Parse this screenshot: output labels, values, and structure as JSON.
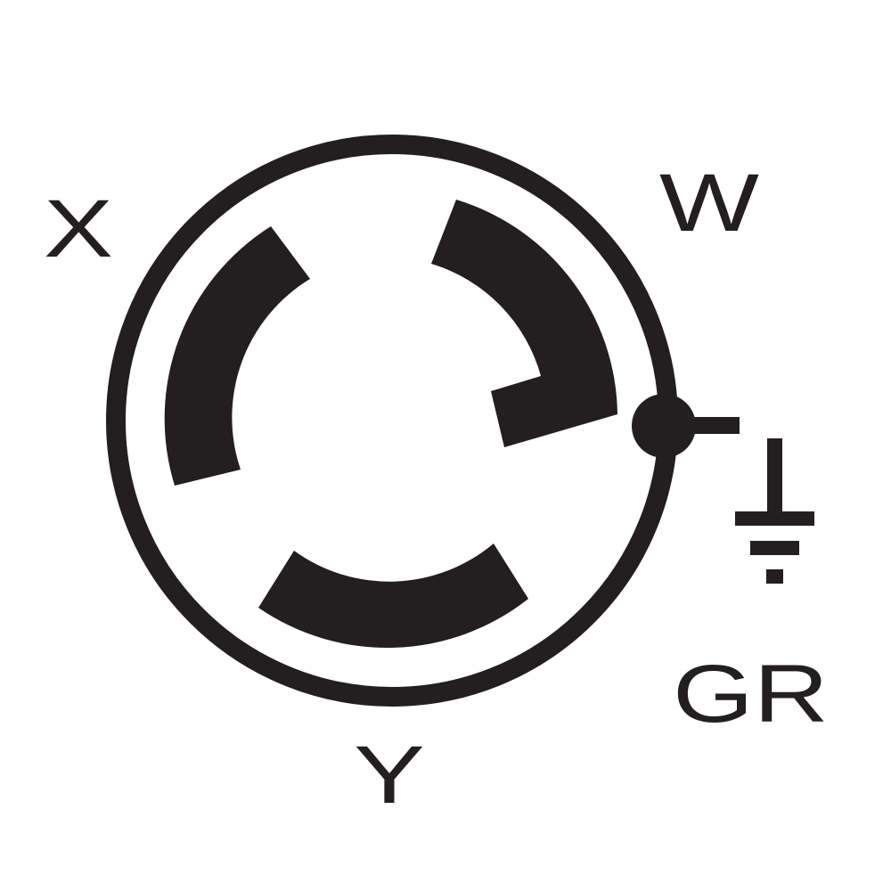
{
  "diagram": {
    "type": "locking receptacle wiring symbol",
    "ink_color": "#231f20",
    "background_color": "#ffffff",
    "labels": {
      "x_terminal": "X",
      "w_terminal": "W",
      "y_terminal": "Y",
      "ground_terminal": "GR"
    },
    "icons": [
      "ground-symbol-icon"
    ]
  }
}
